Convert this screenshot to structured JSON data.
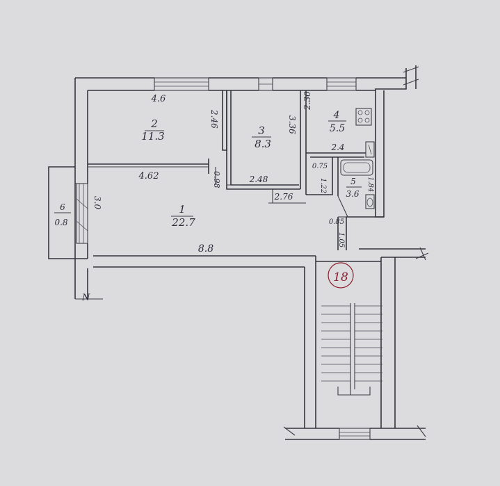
{
  "plan": {
    "apartment_number": "18",
    "axis_marker": "N",
    "paper_color": "#dcdcdf",
    "ink_color": "#34343e",
    "mark_color": "#8b1e2e",
    "rooms": [
      {
        "id": "1",
        "number": "1",
        "area": "22.7"
      },
      {
        "id": "2",
        "number": "2",
        "area": "11.3"
      },
      {
        "id": "3",
        "number": "3",
        "area": "8.3"
      },
      {
        "id": "4",
        "number": "4",
        "area": "5.5"
      },
      {
        "id": "5",
        "number": "5",
        "area": "3.6"
      },
      {
        "id": "6",
        "number": "6",
        "area": "0.8"
      }
    ],
    "dimensions": {
      "room2_length": "4.6",
      "room2_width": "2.46",
      "room1_length_upper": "4.62",
      "room1_length": "8.8",
      "room1_balcony_wall": "3.0",
      "room1_door_jamb": "0.98",
      "room3_width": "2.48",
      "room3_width_lower": "2.76",
      "room3_depth": "3.36",
      "room4_depth": "2.30",
      "room4_width": "2.4",
      "corridor_width": "0.75",
      "bath_wall_1": "1.22",
      "bath_wall_2": "1.84",
      "bath_side": "0.85",
      "entrance_depth": "1.05"
    }
  }
}
